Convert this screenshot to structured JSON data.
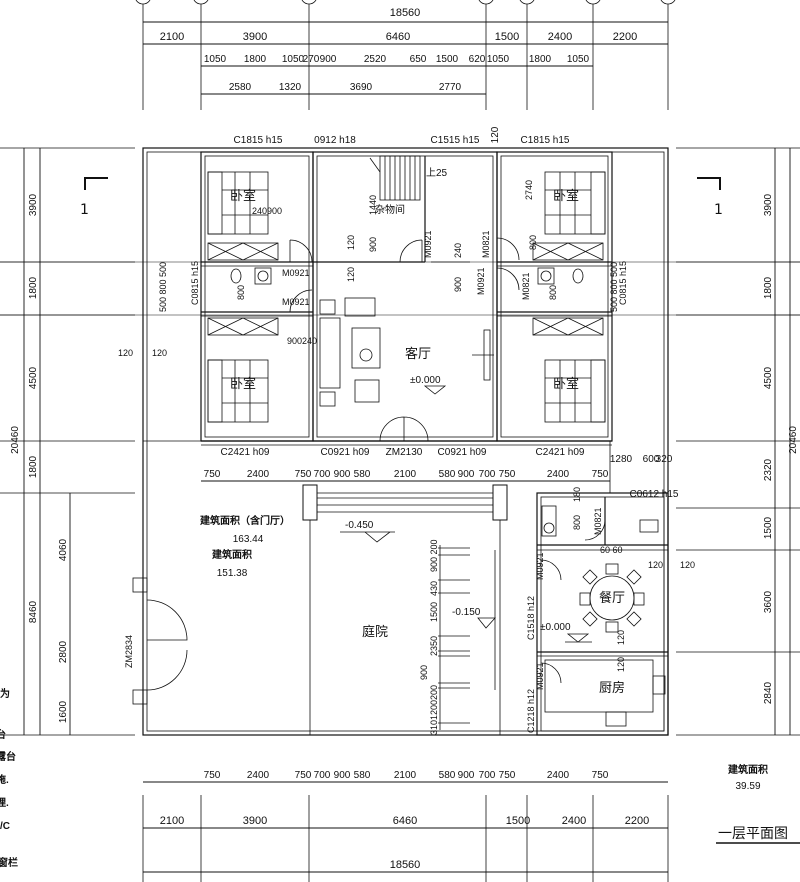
{
  "title": "一层平面图",
  "dims_top": {
    "total": "18560",
    "axis": [
      "2100",
      "3900",
      "6460",
      "1500",
      "2400",
      "2200"
    ],
    "openings": [
      "1050",
      "1800",
      "1050",
      "270",
      "900",
      "2520",
      "650",
      "1500",
      "620",
      "1050",
      "1800",
      "1050"
    ],
    "sub": [
      "2580",
      "1320",
      "3690",
      "2770"
    ]
  },
  "windows_top": [
    "C1815 h15",
    "0912 h18",
    "C1515 h15",
    "120",
    "C1815 h15"
  ],
  "front_row": {
    "labels": [
      "C2421 h09",
      "C0921 h09",
      "ZM2130",
      "C0921 h09",
      "C2421 h09"
    ],
    "dims": [
      "750",
      "2400",
      "750",
      "700",
      "900",
      "580",
      "2100",
      "580",
      "900",
      "700",
      "750",
      "2400",
      "750"
    ],
    "right": [
      "1280",
      "600",
      "320",
      "C0612 h15"
    ]
  },
  "dims_bottom": {
    "openings": [
      "750",
      "2400",
      "750",
      "700",
      "900",
      "580",
      "2100",
      "580",
      "900",
      "700",
      "750",
      "2400",
      "750"
    ],
    "axis": [
      "2100",
      "3900",
      "6460",
      "1500",
      "2400",
      "2200"
    ],
    "total": "18560"
  },
  "dims_left": {
    "total": "20460",
    "axis": [
      "3900",
      "1800",
      "4500",
      "1800",
      "8460"
    ],
    "sub": [
      "4060",
      "2800",
      "1600"
    ]
  },
  "dims_right": {
    "total": "20460",
    "axis": [
      "3900",
      "1800",
      "4500",
      "2320",
      "1500",
      "3600",
      "2840"
    ]
  },
  "rooms": {
    "bedroom_nw": "卧室",
    "bedroom_ne": "卧室",
    "bedroom_sw": "卧室",
    "bedroom_se": "卧室",
    "storage": "杂物间",
    "living": "客厅",
    "courtyard": "庭院",
    "dining": "餐厅",
    "kitchen": "厨房"
  },
  "elevations": [
    "±0.000",
    "-0.450",
    "-0.150",
    "±0.000"
  ],
  "areas": {
    "main_label": "建筑面积（含门厅）",
    "main_value": "163.44",
    "main2_label": "建筑面积",
    "main2_value": "151.38",
    "annex_label": "建筑面积",
    "annex_value": "39.59"
  },
  "section_marks": [
    "1",
    "1"
  ],
  "stair_note": "上25",
  "tags": {
    "d240900": "240900",
    "d1440": "1440",
    "d900a": "900",
    "d120a": "120",
    "d120b": "120",
    "m0921a": "M0921",
    "m0921b": "M0921",
    "m0921c": "M0921",
    "m0921d": "M0921",
    "d240": "240",
    "d900b": "900",
    "m0821a": "M0821",
    "m0821b": "M0821",
    "d2740": "2740",
    "d800a": "800",
    "d800b": "800",
    "d800c": "800",
    "c0815a": "C0815 h15",
    "c0815b": "C0815 h15",
    "d500800500a": "500 800 500",
    "d500800500b": "500 800 500",
    "d120l": "120",
    "d120r": "120",
    "d900240": "900240",
    "d6060": "60 60",
    "zm2834": "ZM2834",
    "m0821c": "M0821",
    "d800d": "800",
    "d180": "180",
    "d120c": "120",
    "d120d": "120",
    "c1518": "C1518 h12",
    "m0921e": "M0921",
    "m0921f": "M0921",
    "c1218": "C1218 h12",
    "d120e": "120",
    "d120f": "120",
    "stairs1": "900 200",
    "stairs2": "430",
    "stairs3": "1500",
    "stairs4": "2350",
    "stairs5": "900",
    "stairs6": "3101200200"
  },
  "side_notes": [
    "为",
    "台",
    "露台",
    "施.",
    "理.",
    "/C",
    "窗栏"
  ]
}
